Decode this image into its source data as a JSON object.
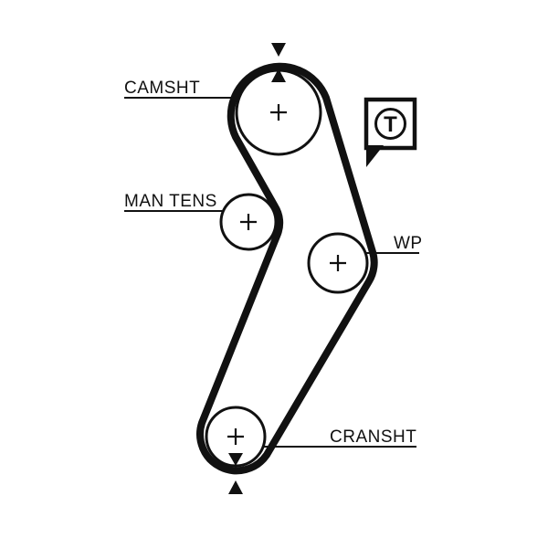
{
  "diagram": {
    "labels": {
      "camshaft": "CAMSHT",
      "manual_tensioner": "MAN TENS",
      "water_pump": "WP",
      "crankshaft": "CRANSHT"
    },
    "tool_badge_letter": "T",
    "colors": {
      "ink": "#111111",
      "background": "#ffffff"
    }
  }
}
